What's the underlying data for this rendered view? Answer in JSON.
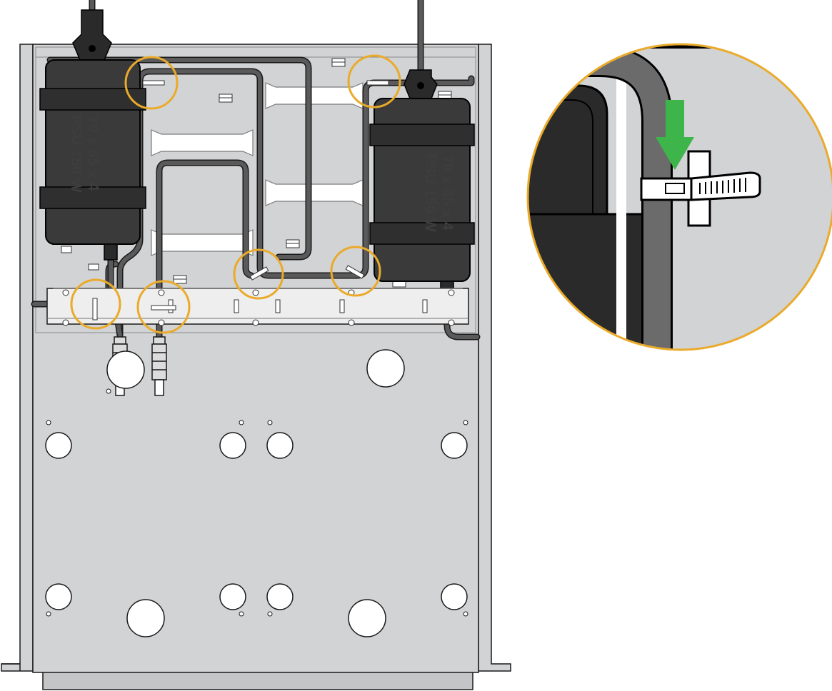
{
  "psu_left": {
    "line1": "PSU 150 W",
    "line2": "70 x 85 x 4"
  },
  "psu_right": {
    "line1": "PSU 150 W",
    "line2": "70 x 85 x 4"
  },
  "colors": {
    "chassis": "#d2d3d5",
    "psu_body": "#3a3a3a",
    "cable": "#555555",
    "highlight_ring": "#eaaa2a",
    "arrow": "#3db54a",
    "outline": "#1a1a1a"
  },
  "icons": {
    "highlight": "cable-tie-highlight-ring",
    "arrow": "insert-direction-arrow-icon",
    "detail": "cable-tie-detail-magnifier"
  }
}
